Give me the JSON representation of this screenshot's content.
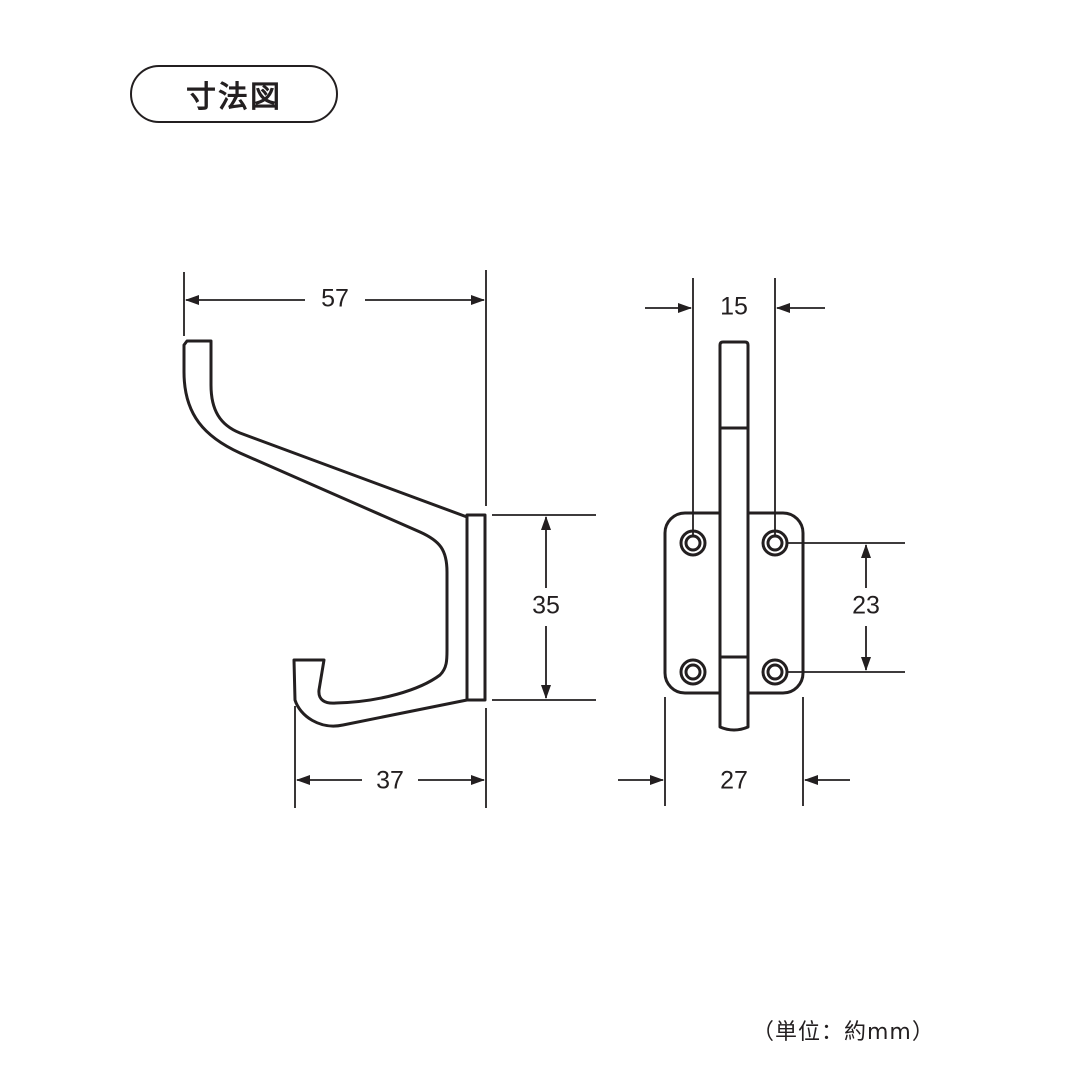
{
  "title": "寸法図",
  "side_view": {
    "overall_depth": "57",
    "mount_height": "35",
    "lower_hook_depth": "37"
  },
  "front_view": {
    "bar_width": "15",
    "hole_spacing": "23",
    "plate_width": "27"
  },
  "unit_note": "（単位：約mm）"
}
